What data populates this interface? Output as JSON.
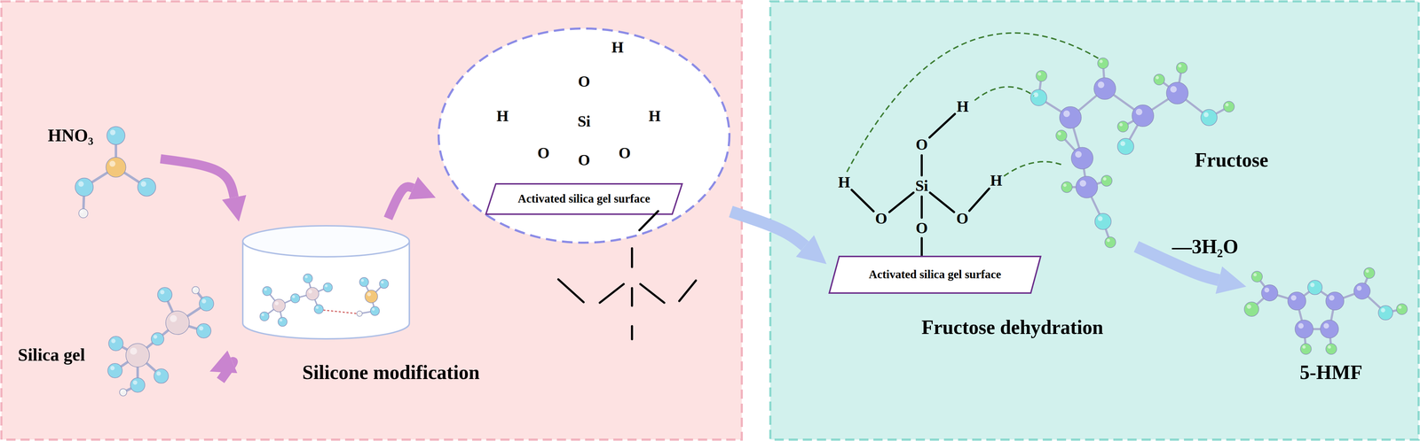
{
  "diagram": {
    "nodes": [
      {
        "text": [
          "HNO₃"
        ]
      },
      {
        "text": [
          "Silica gel"
        ]
      },
      {
        "text": [
          "Silicone modification"
        ]
      },
      {
        "text": [
          "H",
          "O",
          "H",
          "Si",
          "H",
          "O",
          "O",
          "O"
        ]
      },
      {
        "text": [
          "Activated silica gel surface"
        ],
        "in": 3
      },
      {
        "text": [
          "Activated silica gel surface"
        ]
      },
      {
        "text": [
          "Fructose"
        ]
      },
      {
        "text": [
          "5-HMF"
        ]
      }
    ],
    "edges": [
      {
        "from": 0,
        "to": 2,
        "arrow": "to"
      },
      {
        "from": 1,
        "to": 2,
        "arrow": "to"
      },
      {
        "from": 2,
        "to": 3,
        "arrow": "to"
      },
      {
        "from": 3,
        "to": 5,
        "arrow": "to"
      },
      {
        "from": 6,
        "to": 7,
        "label": "—3H₂O",
        "arrow": "to"
      }
    ],
    "labels": [
      "Fructose dehydration",
      "H",
      "O",
      "H",
      "Si",
      "H",
      "O",
      "O",
      "O"
    ]
  }
}
